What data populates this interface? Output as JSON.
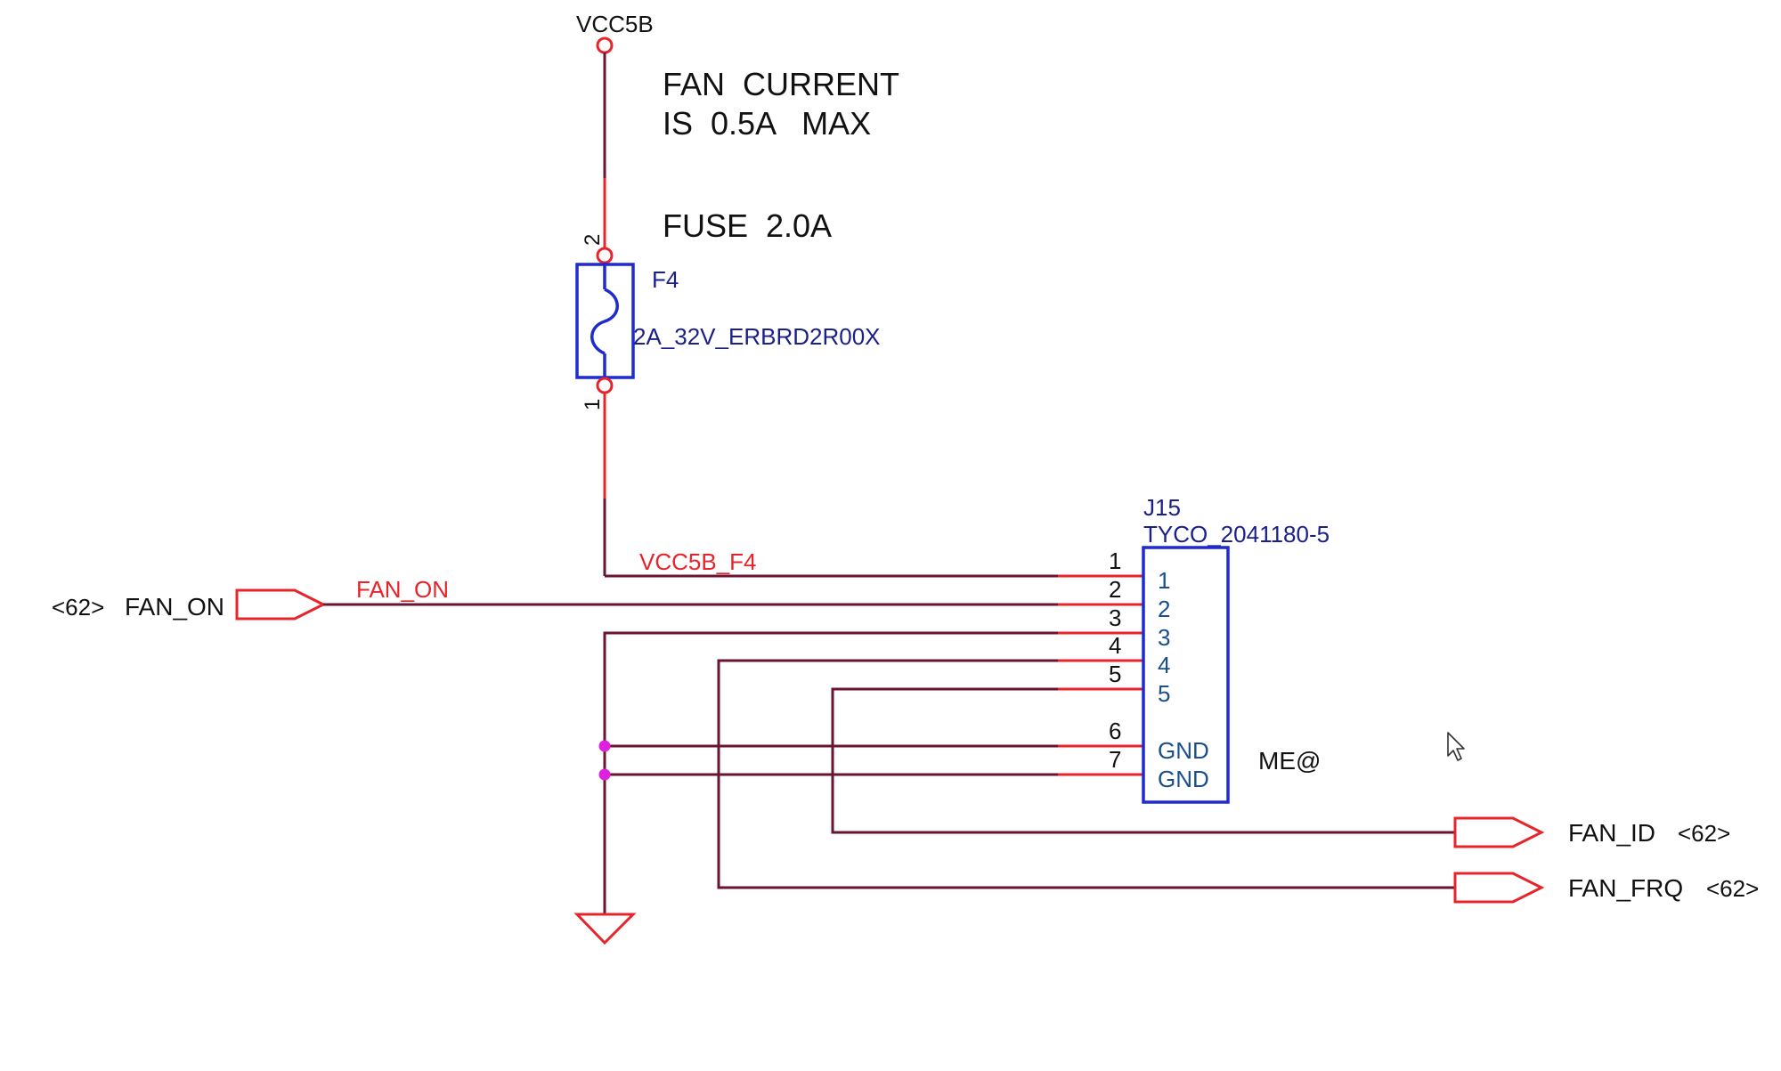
{
  "power": {
    "net": "VCC5B"
  },
  "notes": {
    "line1": "FAN  CURRENT",
    "line2": "IS  0.5A   MAX",
    "fuse": "FUSE  2.0A"
  },
  "fuse": {
    "ref": "F4",
    "value": "2A_32V_ERBRD2R00X",
    "pin_top": "2",
    "pin_bottom": "1"
  },
  "connector": {
    "ref": "J15",
    "part": "TYCO_2041180-5",
    "mark": "ME@",
    "pins": [
      {
        "num": "1",
        "name": "1"
      },
      {
        "num": "2",
        "name": "2"
      },
      {
        "num": "3",
        "name": "3"
      },
      {
        "num": "4",
        "name": "4"
      },
      {
        "num": "5",
        "name": "5"
      },
      {
        "num": "6",
        "name": "GND"
      },
      {
        "num": "7",
        "name": "GND"
      }
    ]
  },
  "nets": {
    "vcc_fused": "VCC5B_F4",
    "fan_on": "FAN_ON"
  },
  "ports": {
    "fan_on": {
      "ref": "<62>",
      "name": "FAN_ON"
    },
    "fan_id": {
      "name": "FAN_ID",
      "ref": "<62>"
    },
    "fan_frq": {
      "name": "FAN_FRQ",
      "ref": "<62>"
    }
  },
  "colors": {
    "wire_red": "#e8242b",
    "wire_dark": "#6b1333",
    "component_blue": "#1f2bd0",
    "junction": "#e020e0"
  }
}
